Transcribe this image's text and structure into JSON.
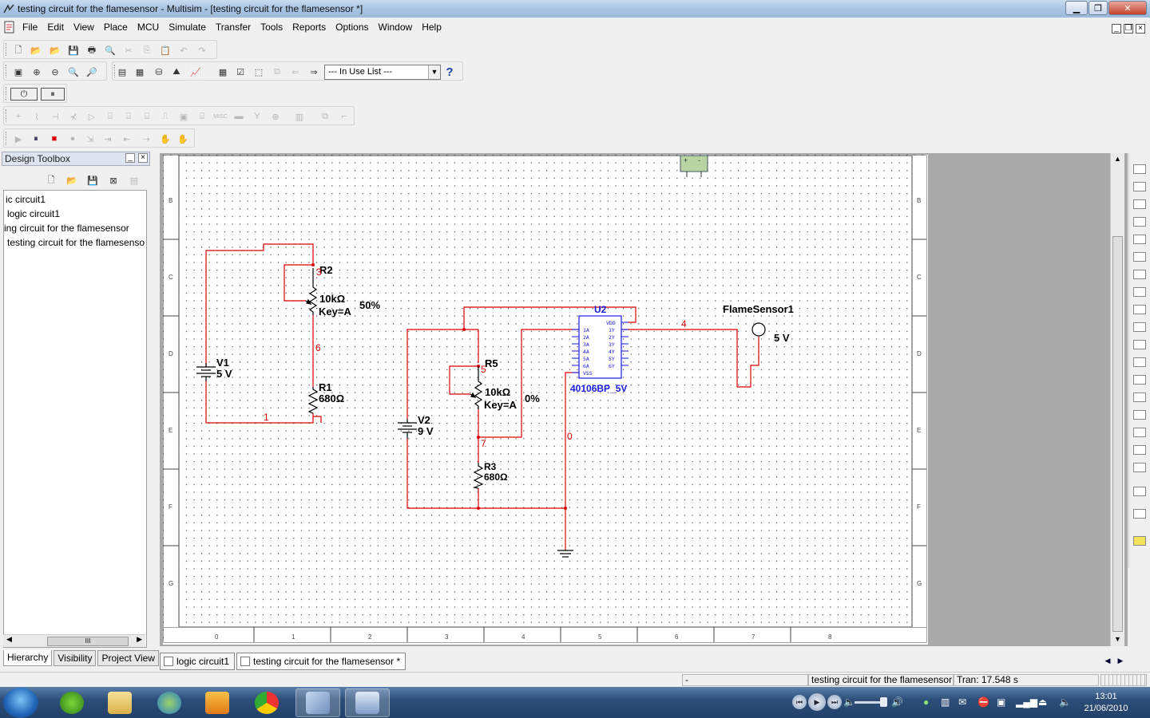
{
  "window": {
    "title": "testing circuit for the flamesensor - Multisim - [testing circuit for the flamesensor *]"
  },
  "menu": {
    "items": [
      "File",
      "Edit",
      "View",
      "Place",
      "MCU",
      "Simulate",
      "Transfer",
      "Tools",
      "Reports",
      "Options",
      "Window",
      "Help"
    ]
  },
  "toolbar": {
    "inuse_list": "--- In Use List ---",
    "help_icon": "?"
  },
  "toolbox": {
    "title": "Design Toolbox",
    "tree": [
      "ic circuit1",
      "logic circuit1",
      "ing circuit for the flamesensor",
      "testing circuit for the flamesenso"
    ],
    "tabs": [
      "Hierarchy",
      "Visibility",
      "Project View"
    ],
    "scroll_thumb": "III"
  },
  "schematic": {
    "border_rows": [
      "B",
      "C",
      "D",
      "E",
      "F",
      "G"
    ],
    "border_cols": [
      "0",
      "1",
      "2",
      "3",
      "4",
      "5",
      "6",
      "7",
      "8"
    ],
    "components": {
      "v1": {
        "name": "V1",
        "value": "5 V"
      },
      "r2": {
        "name": "R2",
        "value": "10kΩ",
        "key": "Key=A",
        "percent": "50%"
      },
      "r1": {
        "name": "R1",
        "value": "680Ω"
      },
      "v2": {
        "name": "V2",
        "value": "9 V"
      },
      "r5": {
        "name": "R5",
        "value": "10kΩ",
        "key": "Key=A",
        "percent": "0%"
      },
      "r3": {
        "name": "R3",
        "value": "680Ω"
      },
      "u2": {
        "name": "U2",
        "part": "40106BP_5V",
        "pins_left": [
          "1A",
          "2A",
          "3A",
          "4A",
          "5A",
          "6A",
          "VSS"
        ],
        "pins_right": [
          "VDD",
          "1Y",
          "2Y",
          "3Y",
          "4Y",
          "5Y",
          "6Y"
        ]
      },
      "flame": {
        "name": "FlameSensor1",
        "value": "5 V"
      }
    },
    "nets": {
      "n1": "1",
      "n3": "3",
      "n4": "4",
      "n5": "5",
      "n6": "6",
      "n7": "7",
      "n0": "0"
    }
  },
  "sheet_tabs": [
    "logic circuit1",
    "testing circuit for the flamesensor *"
  ],
  "status": {
    "cell1": "-",
    "cell2": "testing circuit for the flamesensor",
    "cell3": "Tran: 17.548 s"
  },
  "taskbar": {
    "time": "13:01",
    "date": "21/06/2010"
  }
}
